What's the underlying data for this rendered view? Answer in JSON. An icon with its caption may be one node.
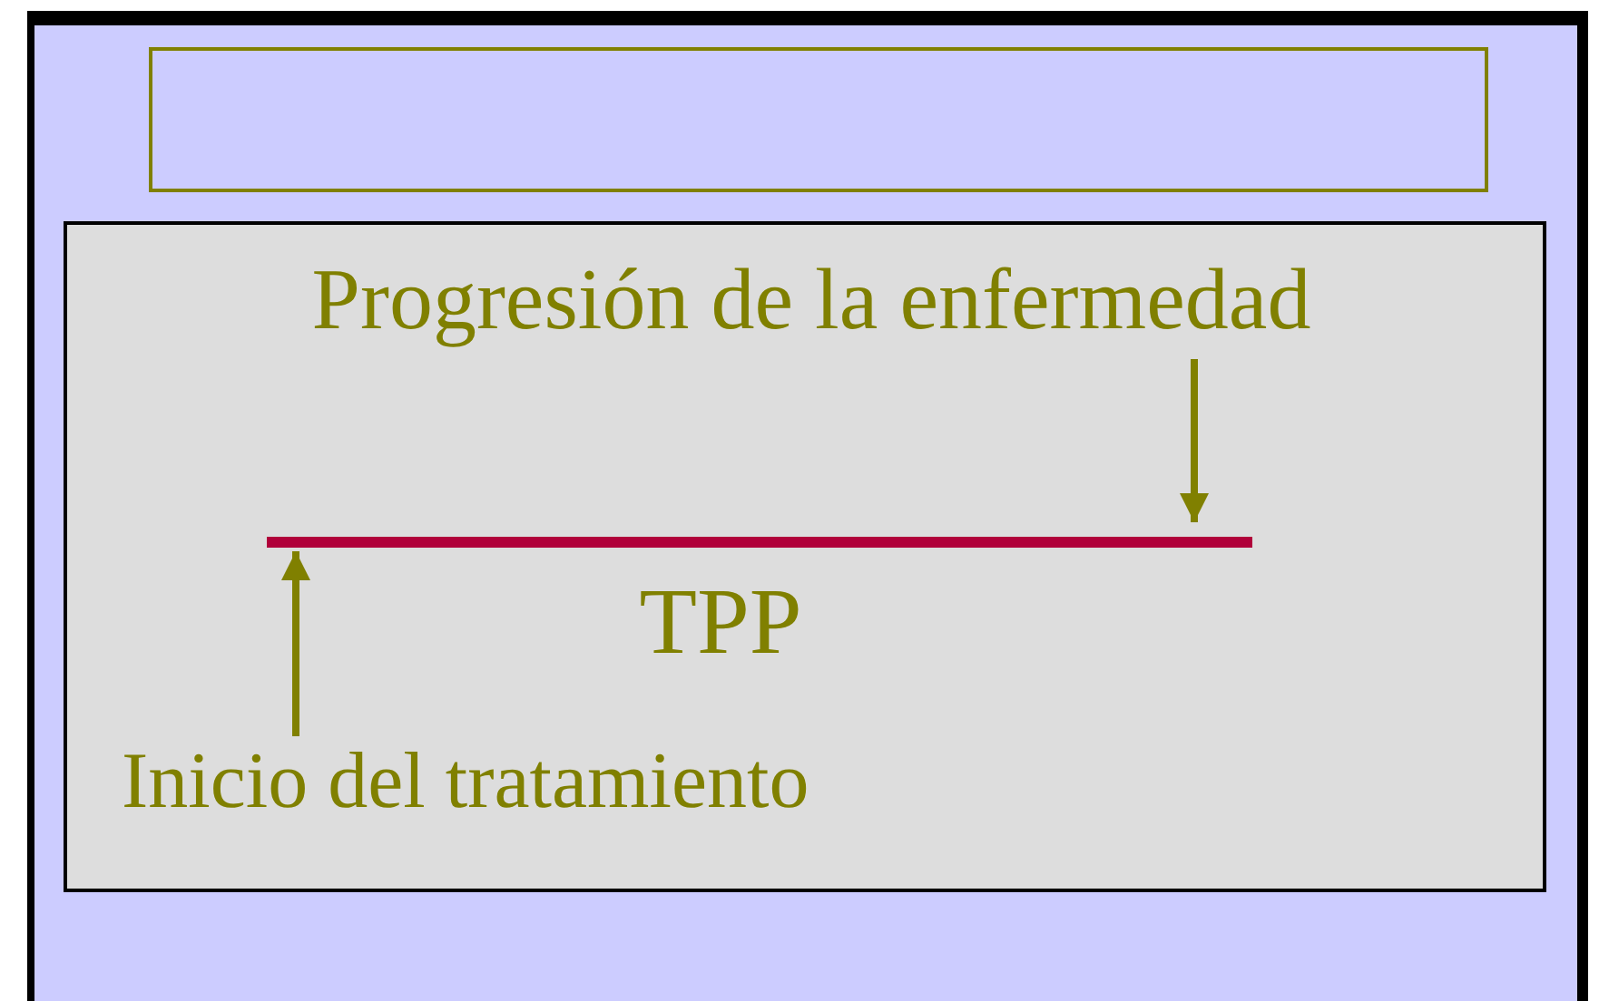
{
  "diagram": {
    "nodes": [
      {
        "text": [],
        "shape": "box"
      },
      {
        "text": [],
        "shape": "box"
      },
      {
        "text": [
          "Progresión de la enfermedad"
        ],
        "in": 1
      },
      {
        "text": [],
        "shape": "bar",
        "beside": [
          "TPP"
        ],
        "in": 1
      },
      {
        "text": [
          "Inicio del tratamiento"
        ],
        "in": 1
      }
    ],
    "edges": [
      {
        "from": 2,
        "to": 3,
        "arrow": "to"
      },
      {
        "from": 4,
        "to": 3,
        "arrow": "to"
      }
    ]
  }
}
